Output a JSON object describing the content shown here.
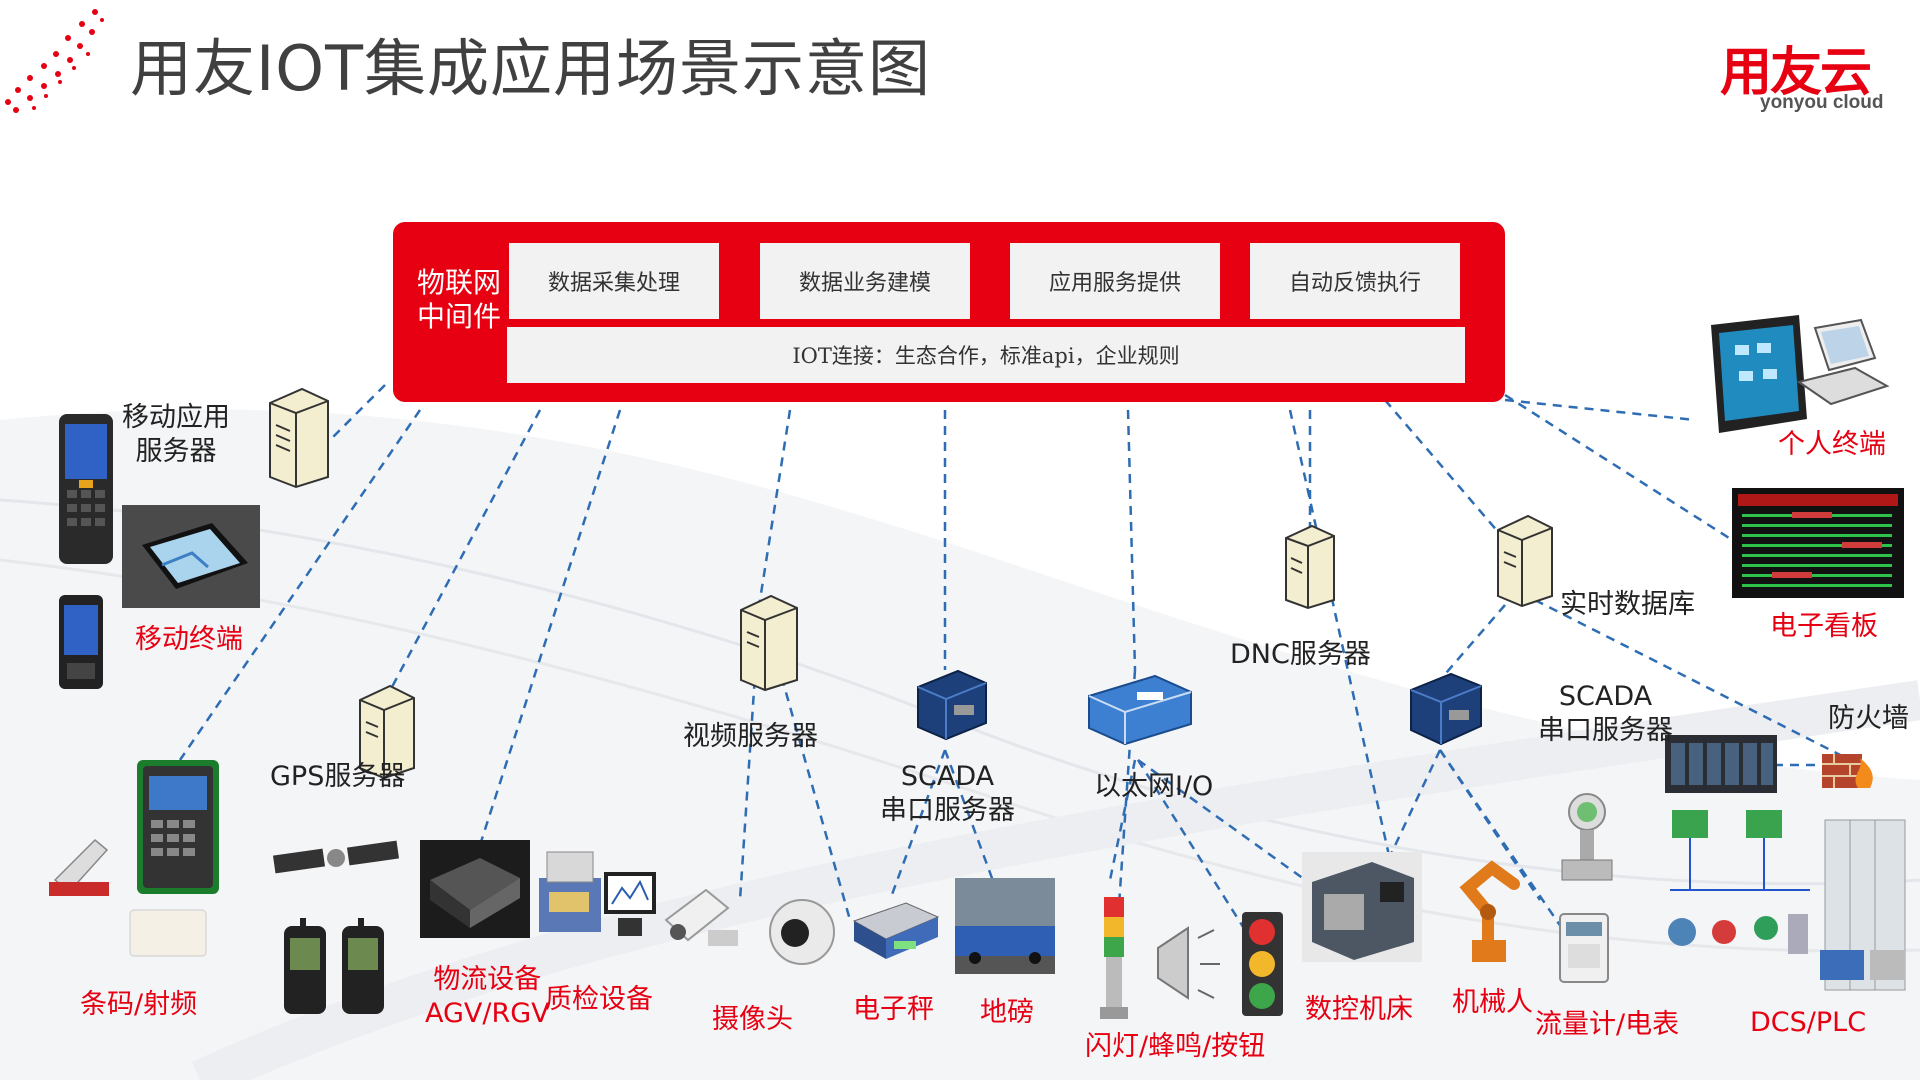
{
  "title": "用友IOT集成应用场景示意图",
  "logo": {
    "main": "用友云",
    "sub": "yonyou cloud"
  },
  "middleware": {
    "label": "物联网中间件",
    "items": [
      "数据采集处理",
      "数据业务建模",
      "应用服务提供",
      "自动反馈执行"
    ],
    "connection": "IOT连接：生态合作，标准api，企业规则"
  },
  "servers": {
    "mobile_app": "移动应用\n服务器",
    "gps": "GPS服务器",
    "video": "视频服务器",
    "scada_left": "SCADA\n串口服务器",
    "ethernet_io": "以太网I/O",
    "dnc": "DNC服务器",
    "realtime_db": "实时数据库",
    "scada_right": "SCADA\n串口服务器",
    "firewall": "防火墙"
  },
  "devices": {
    "mobile_terminal": "移动终端",
    "barcode_rfid": "条码/射频",
    "logistics": "物流设备\nAGV/RGV",
    "qc": "质检设备",
    "camera": "摄像头",
    "e_scale": "电子秤",
    "weighbridge": "地磅",
    "light_buzzer": "闪灯/蜂鸣/按钮",
    "cnc": "数控机床",
    "robot": "机械人",
    "flow_meter": "流量计/电表",
    "dcs_plc": "DCS/PLC",
    "personal_terminal": "个人终端",
    "e_board": "电子看板"
  },
  "colors": {
    "accent": "#e60012",
    "line": "#2e6db4",
    "panel": "#f2f2f2"
  }
}
